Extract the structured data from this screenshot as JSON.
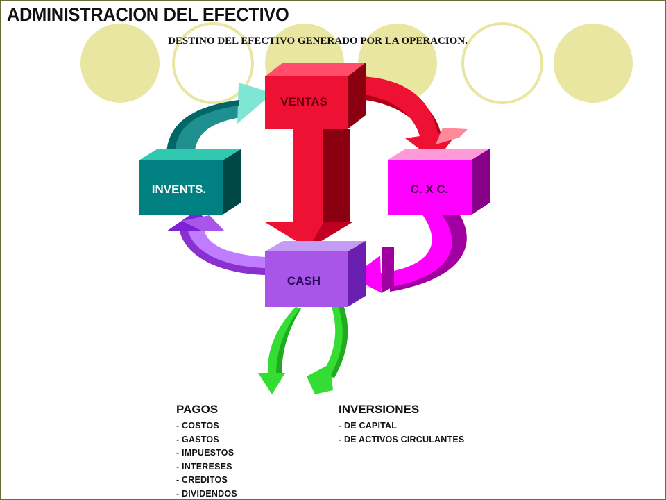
{
  "title": "ADMINISTRACION DEL EFECTIVO",
  "subtitle": "DESTINO DEL EFECTIVO GENERADO POR LA OPERACION.",
  "cycle": {
    "ventas": "VENTAS",
    "cxc": "C. X C.",
    "cash": "CASH",
    "inventarios": "INVENTS."
  },
  "pagos": {
    "heading": "PAGOS",
    "items": [
      "- COSTOS",
      "- GASTOS",
      "- IMPUESTOS",
      "- INTERESES",
      "- CREDITOS",
      "- DIVIDENDOS"
    ]
  },
  "inversiones": {
    "heading": "INVERSIONES",
    "items": [
      "- DE CAPITAL",
      "- DE ACTIVOS CIRCULANTES"
    ]
  },
  "colors": {
    "ventas": "#ee1133",
    "cxc": "#ff00ff",
    "cash": "#a855e8",
    "inventarios": "#008080",
    "outflow_arrows": "#33dd33",
    "decor_circles": "#e8e6a0",
    "frame": "#6b6b3a"
  }
}
